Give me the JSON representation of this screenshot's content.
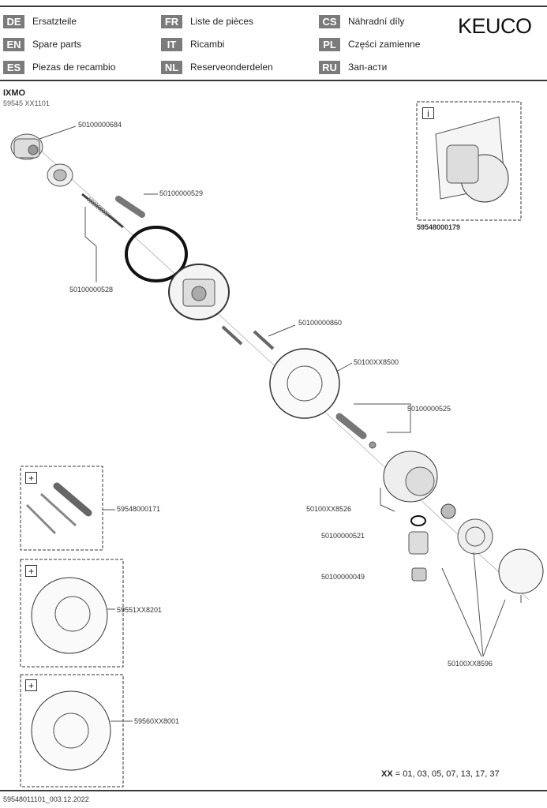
{
  "brand": "KEUCO",
  "languages": [
    {
      "code": "DE",
      "text": "Ersatzteile"
    },
    {
      "code": "EN",
      "text": "Spare parts"
    },
    {
      "code": "ES",
      "text": "Piezas de recambio"
    },
    {
      "code": "FR",
      "text": "Liste de pièces"
    },
    {
      "code": "IT",
      "text": "Ricambi"
    },
    {
      "code": "NL",
      "text": "Reserveonderdelen"
    },
    {
      "code": "CS",
      "text": "Náhradní díly"
    },
    {
      "code": "PL",
      "text": "Części zamienne"
    },
    {
      "code": "RU",
      "text": "Зап-асти"
    }
  ],
  "model": {
    "name": "IXMO",
    "code": "59545 XX1101"
  },
  "parts": [
    "50100000684",
    "50100000529",
    "50100000528",
    "50100000860",
    "50100XX8500",
    "50100000525",
    "50100XX8526",
    "50100000521",
    "50100000049",
    "50100XX8596",
    "59548000171",
    "59551XX8201",
    "59560XX8001"
  ],
  "inset_label": "59548000179",
  "inset_icon": "info-icon",
  "plus_icon": "plus-icon",
  "plus_symbol": "+",
  "info_symbol": "i",
  "variants": {
    "label": "XX",
    "equals": "=",
    "values": "01, 03, 05, 07, 13, 17, 37"
  },
  "footer": "59548011101_003.12.2022"
}
